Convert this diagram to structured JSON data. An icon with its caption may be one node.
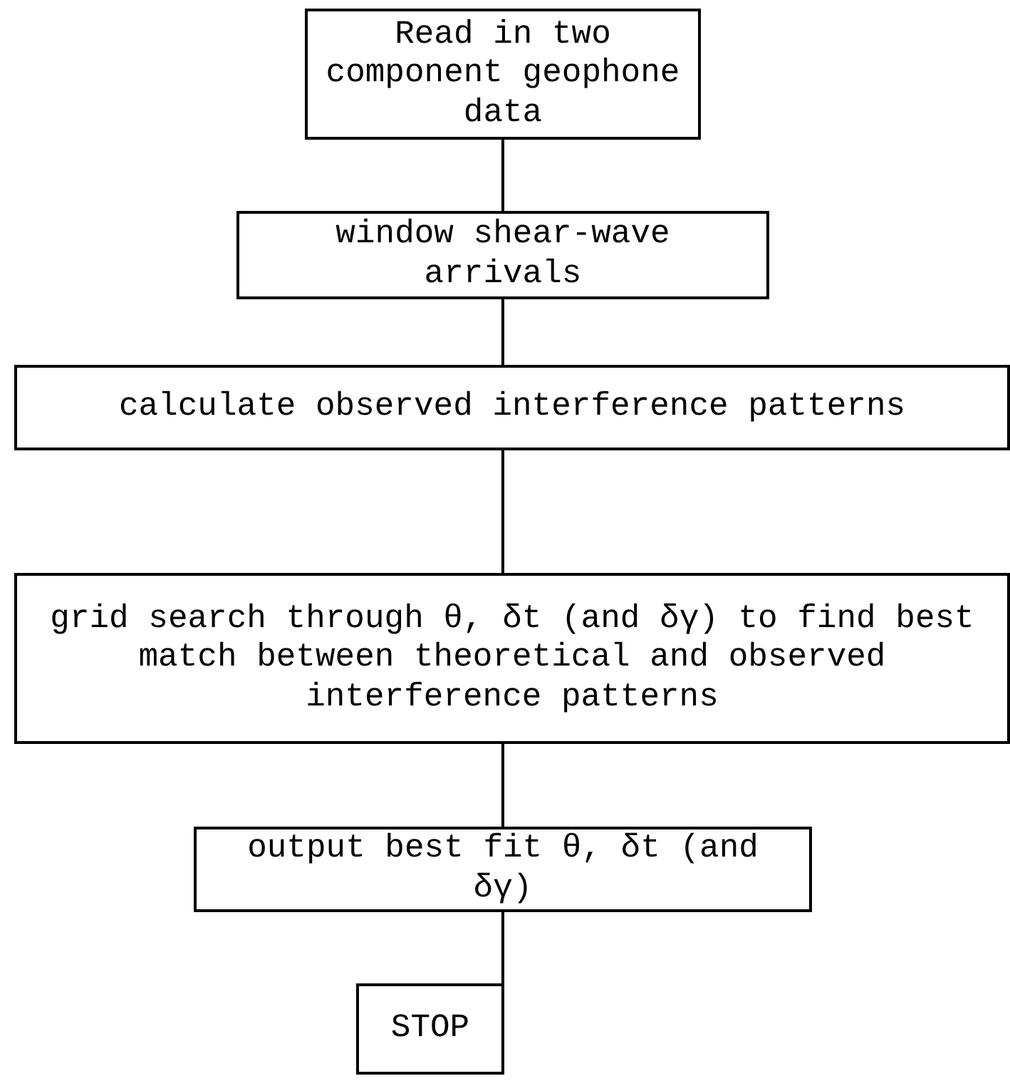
{
  "diagram": {
    "nodes": [
      {
        "text": [
          "Read in two component geophone data"
        ]
      },
      {
        "text": [
          "window shear-wave arrivals"
        ]
      },
      {
        "text": [
          "calculate observed interference patterns"
        ]
      },
      {
        "text": [
          "grid search through θ, δt (and δγ) to find best match between theoretical and observed interference patterns"
        ]
      },
      {
        "text": [
          "output best fit θ, δt (and δγ)"
        ]
      },
      {
        "text": [
          "STOP"
        ]
      }
    ],
    "edges": [
      {
        "from": 0,
        "to": 1,
        "arrow": "none"
      },
      {
        "from": 1,
        "to": 2,
        "arrow": "none"
      },
      {
        "from": 2,
        "to": 3,
        "arrow": "none"
      },
      {
        "from": 3,
        "to": 4,
        "arrow": "none"
      },
      {
        "from": 4,
        "to": 5,
        "arrow": "none"
      }
    ]
  }
}
